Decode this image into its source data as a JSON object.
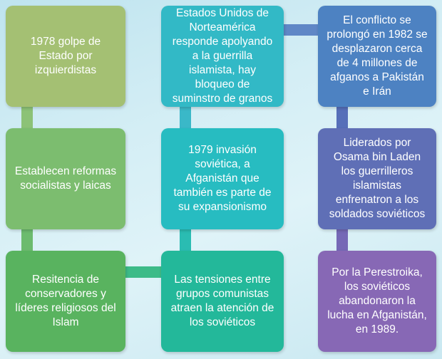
{
  "colors": {
    "green_light": "#a4c073",
    "green_mid": "#7cbd6f",
    "green_dark": "#59b35f",
    "teal_light": "#32b9c6",
    "teal_mid": "#27bcc1",
    "teal_dark": "#23b89a",
    "blue": "#4d82c2",
    "blue_purple": "#5f6fb6",
    "purple": "#8768b5",
    "conn_green": "#7fbf75",
    "conn_teal": "#4bbfc9",
    "conn_blue": "#5b7fc4"
  },
  "boxes": {
    "golpe": "1978 golpe de Estado por izquierdistas",
    "reformas": "Establecen reformas socialistas y laicas",
    "resistencia": "Resitencia de conservadores y líderes religiosos del Islam",
    "tensiones": "Las tensiones entre grupos comunistas atraen la atención de los soviéticos",
    "invasion": "1979 invasión soviética, a Afganistán  que también es parte de  su expansionismo",
    "estados_unidos": "Estados Unidos de Norteamérica responde apolyando a la guerrilla islamista, hay bloqueo de suminstro de granos",
    "conflicto": "El conflicto se prolongó en 1982 se desplazaron cerca de 4 millones de afganos a Pakistán e Irán",
    "osama": "Liderados por Osama bin Laden los guerrilleros islamistas enfrenatron a los soldados soviéticos",
    "perestroika": "Por  la Perestroika, los soviéticos abandonaron la lucha en Afganistán, en 1989."
  }
}
